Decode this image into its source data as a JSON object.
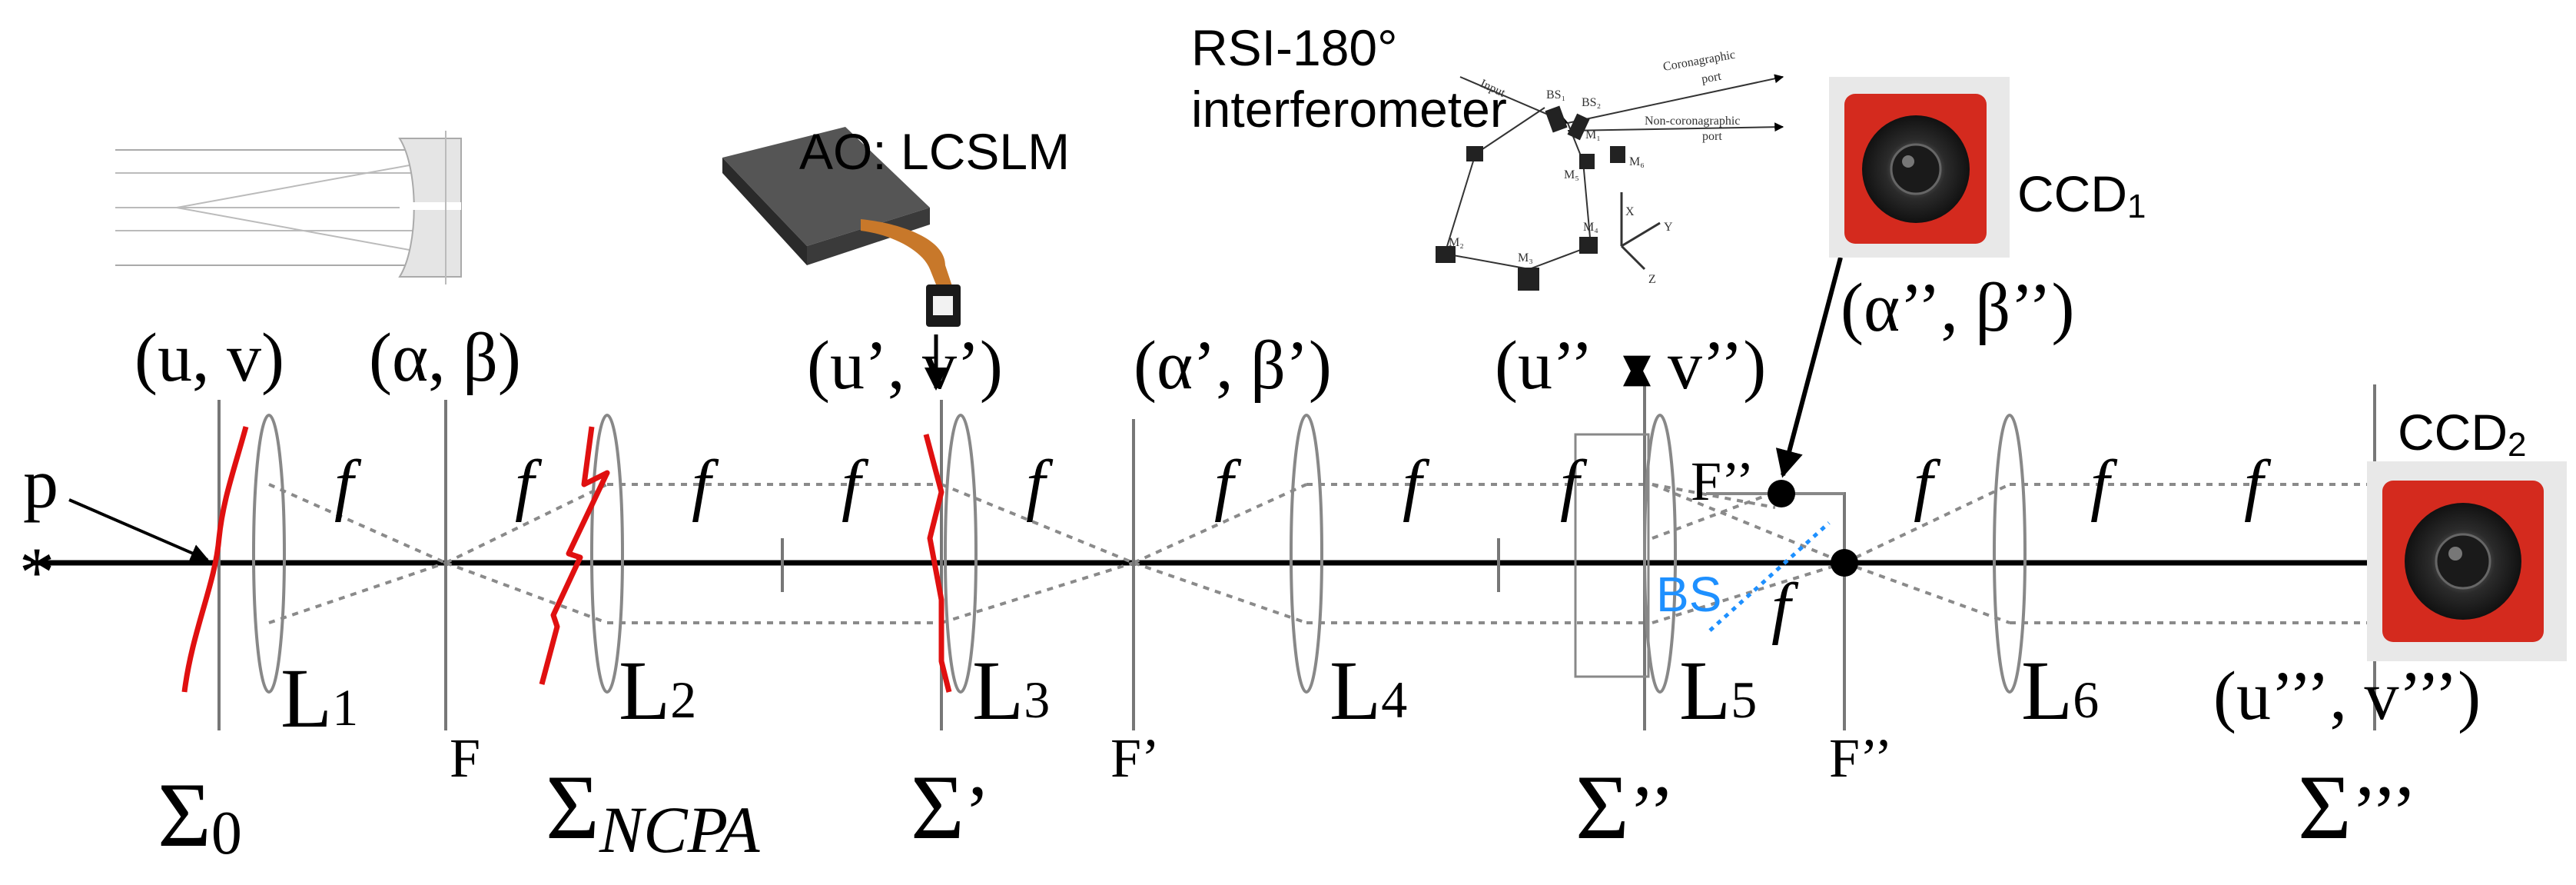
{
  "colors": {
    "axis": "#000000",
    "wavefront": "#e01010",
    "beam": "#8a8a8a",
    "beamsplitter": "#1e90ff",
    "camera_body": "#d42a1e",
    "camera_lens": "#3a3a3a"
  },
  "labels": {
    "source_p": "p",
    "source_star": "*",
    "coord_uv": "(u, v)",
    "coord_ab": "(α, β)",
    "coord_uv1": "(u’, v’)",
    "coord_ab1": "(α’, β’)",
    "coord_uv2_u": "(u’’",
    "coord_uv2_v": "v’’)",
    "coord_ab2": "(α’’, β’’)",
    "coord_uv3": "(u’’’, v’’’)",
    "focal_f": "f",
    "lens_L": "L",
    "lens_subs": [
      "1",
      "2",
      "3",
      "4",
      "5",
      "6"
    ],
    "plane_F": "F",
    "plane_F1": "F’",
    "plane_F2": "F’’",
    "point_F2": "F’’",
    "beamsplitter": "BS",
    "sigma": "Σ",
    "sigma0_sub": "0",
    "sigma_ncpa_sub": "NCPA",
    "sigma1_mark": "’",
    "sigma2_mark": "’’",
    "sigma3_mark": "’’’"
  },
  "devices": {
    "ao": "AO: LCSLM",
    "rsi_line1": "RSI-180°",
    "rsi_line2": "interferometer",
    "ccd": "CCD",
    "ccd1_sub": "1",
    "ccd2_sub": "2"
  },
  "inset_interferometer": {
    "input": "Input",
    "bs1": "BS₁",
    "bs2": "BS₂",
    "coronagraphic": "Coronagraphic",
    "port": "port",
    "non_coronagraphic": "Non-coronagraphic",
    "mirrors": [
      "M₁",
      "M₂",
      "M₃",
      "M₄",
      "M₅",
      "M₆"
    ],
    "axes": [
      "X",
      "Y",
      "Z"
    ]
  }
}
